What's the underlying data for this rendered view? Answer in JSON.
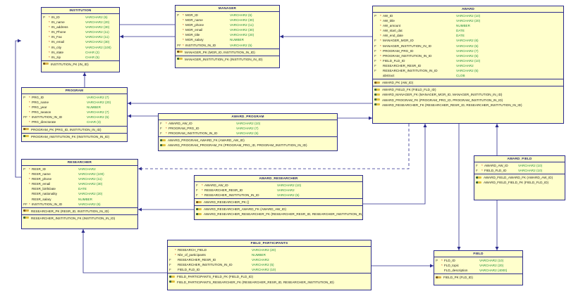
{
  "entities": {
    "institution": {
      "title": "INSTITUTION",
      "cols": [
        {
          "k": "P",
          "s": "*",
          "n": "IN_ID",
          "t": "VARCHAR2 (5)"
        },
        {
          "k": "",
          "s": "*",
          "n": "IN_name",
          "t": "VARCHAR2 (20)"
        },
        {
          "k": "",
          "s": "*",
          "n": "IN_address",
          "t": "VARCHAR2 (30)"
        },
        {
          "k": "",
          "s": "*",
          "n": "IN_Phone",
          "t": "VARCHAR2 (11)"
        },
        {
          "k": "",
          "s": "*",
          "n": "IN_Fax",
          "t": "VARCHAR2 (11)"
        },
        {
          "k": "",
          "s": "*",
          "n": "IN_email",
          "t": "VARCHAR2 (30)"
        },
        {
          "k": "",
          "s": "*",
          "n": "IN_city",
          "t": "VARCHAR2 (100)"
        },
        {
          "k": "",
          "s": "*",
          "n": "IN_state",
          "t": "CHAR (2)"
        },
        {
          "k": "",
          "s": "*",
          "n": "IN_zip",
          "t": "CHAR (5)"
        }
      ],
      "pk": [
        "INSTITUTION_PK (IN_ID)"
      ],
      "fk": []
    },
    "manager": {
      "title": "MANAGER",
      "cols": [
        {
          "k": "P",
          "s": "*",
          "n": "MGR_ID",
          "t": "VARCHAR2 (6)"
        },
        {
          "k": "",
          "s": "*",
          "n": "MGR_name",
          "t": "VARCHAR2 (30)"
        },
        {
          "k": "",
          "s": "*",
          "n": "MGR_phone",
          "t": "VARCHAR2 (11)"
        },
        {
          "k": "",
          "s": "*",
          "n": "MGR_email",
          "t": "VARCHAR2 (30)"
        },
        {
          "k": "",
          "s": "*",
          "n": "MGR_title",
          "t": "VARCHAR2 (20)"
        },
        {
          "k": "",
          "s": "*",
          "n": "MGR_salary",
          "t": "NUMBER"
        },
        {
          "k": "PF",
          "s": "*",
          "n": "INSTITUTION_IN_ID",
          "t": "VARCHAR2 (5)"
        }
      ],
      "pk": [
        "MANAGER_PK (MGR_ID, INSTITUTION_IN_ID)"
      ],
      "fk": [
        "MANAGER_INSTITUTION_FK (INSTITUTION_IN_ID)"
      ]
    },
    "award": {
      "title": "AWARD",
      "cols": [
        {
          "k": "P",
          "s": "*",
          "n": "AW_ID",
          "t": "VARCHAR2 (10)"
        },
        {
          "k": "",
          "s": "*",
          "n": "AW_title",
          "t": "VARCHAR2 (20)"
        },
        {
          "k": "",
          "s": "*",
          "n": "AW_amount",
          "t": "NUMBER"
        },
        {
          "k": "",
          "s": "*",
          "n": "AW_start_dat",
          "t": "DATE"
        },
        {
          "k": "",
          "s": "*",
          "n": "AW_end_date",
          "t": "DATE"
        },
        {
          "k": "F",
          "s": "*",
          "n": "MANAGER_MGR_ID",
          "t": "VARCHAR2 (6)"
        },
        {
          "k": "F",
          "s": "*",
          "n": "MANAGER_INSTITUTION_IN_ID",
          "t": "VARCHAR2 (5)"
        },
        {
          "k": "F",
          "s": "*",
          "n": "PROGRAM_PRG_ID",
          "t": "VARCHAR2 (7)"
        },
        {
          "k": "F",
          "s": "*",
          "n": "PROGRAM_INSTITUTION_IN_ID",
          "t": "VARCHAR2 (5)"
        },
        {
          "k": "F",
          "s": "*",
          "n": "FIELD_FLD_ID",
          "t": "VARCHAR2 (10)"
        },
        {
          "k": "F",
          "s": "",
          "n": "RESEARCHER_RESR_ID",
          "t": "VARCHAR2"
        },
        {
          "k": "F",
          "s": "",
          "n": "RESEARCHER_INSTITUTION_IN_ID",
          "t": "VARCHAR2 (5)"
        },
        {
          "k": "",
          "s": "",
          "n": "abstract",
          "t": "CLOB"
        }
      ],
      "pk": [
        "AWARD_PK (AW_ID)"
      ],
      "fk": [
        "AWARD_FIELD_FK (FIELD_FLD_ID)",
        "AWARD_MANAGER_FK (MANAGER_MGR_ID, MANAGER_INSTITUTION_IN_ID)",
        "AWARD_PROGRAM_FK (PROGRAM_PRG_ID, PROGRAM_INSTITUTION_IN_ID)",
        "AWARD_RESEARCHER_FK (RESEARCHER_RESR_ID, RESEARCHER_INSTITUTION_IN_ID)"
      ]
    },
    "program": {
      "title": "PROGRAM",
      "cols": [
        {
          "k": "P",
          "s": "*",
          "n": "PRG_ID",
          "t": "VARCHAR2 (7)"
        },
        {
          "k": "",
          "s": "*",
          "n": "PRG_name",
          "t": "VARCHAR2 (20)"
        },
        {
          "k": "",
          "s": "*",
          "n": "PRG_year",
          "t": "NUMBER"
        },
        {
          "k": "",
          "s": "*",
          "n": "PRG_season",
          "t": "VARCHAR2 (7)"
        },
        {
          "k": "PF",
          "s": "*",
          "n": "INSTITUTION_IN_ID",
          "t": "VARCHAR2 (5)"
        },
        {
          "k": "",
          "s": "*",
          "n": "PRG_directorate",
          "t": "CHAR (3)"
        }
      ],
      "pk": [
        "PROGRAM_PK (PRG_ID, INSTITUTION_IN_ID)"
      ],
      "fk": [
        "PROGRAM_INSTITUTION_FK (INSTITUTION_IN_ID)"
      ]
    },
    "award_program": {
      "title": "AWARD_PROGRAM",
      "cols": [
        {
          "k": "F",
          "s": "*",
          "n": "AWARD_AW_ID",
          "t": "VARCHAR2 (10)"
        },
        {
          "k": "F",
          "s": "*",
          "n": "PROGRAM_PRG_ID",
          "t": "VARCHAR2 (7)"
        },
        {
          "k": "F",
          "s": "*",
          "n": "PROGRAM_INSTITUTION_IN_ID",
          "t": "VARCHAR2 (5)"
        }
      ],
      "pk": [],
      "fk": [
        "AWARD_PROGRAM_AWARD_FK (AWARD_AW_ID)",
        "AWARD_PROGRAM_PROGRAM_FK (PROGRAM_PRG_ID, PROGRAM_INSTITUTION_IN_ID)"
      ]
    },
    "researcher": {
      "title": "RESEARCHER",
      "cols": [
        {
          "k": "P",
          "s": "*",
          "n": "RESR_ID",
          "t": "VARCHAR2"
        },
        {
          "k": "",
          "s": "*",
          "n": "RESR_name",
          "t": "VARCHAR2 (100)"
        },
        {
          "k": "",
          "s": "*",
          "n": "RESR_phone",
          "t": "VARCHAR2 (11)"
        },
        {
          "k": "",
          "s": "*",
          "n": "RESR_email",
          "t": "VARCHAR2 (30)"
        },
        {
          "k": "",
          "s": "",
          "n": "RESR_birthDate",
          "t": "DATE"
        },
        {
          "k": "",
          "s": "",
          "n": "RESR_nationality",
          "t": "VARCHAR2 (20)"
        },
        {
          "k": "",
          "s": "",
          "n": "RESR_salary",
          "t": "NUMBER"
        },
        {
          "k": "PF",
          "s": "*",
          "n": "INSTITUTION_IN_ID",
          "t": "VARCHAR2 (5)"
        }
      ],
      "pk": [
        "RESEARCHER_PK (RESR_ID, INSTITUTION_IN_ID)"
      ],
      "fk": [
        "RESEARCHER_INSTITUTION_FK (INSTITUTION_IN_ID)"
      ]
    },
    "award_researcher": {
      "title": "AWARD_RESEARCHER",
      "cols": [
        {
          "k": "F",
          "s": "*",
          "n": "AWARD_AW_ID",
          "t": "VARCHAR2 (10)"
        },
        {
          "k": "F",
          "s": "*",
          "n": "RESEARCHER_RESR_ID",
          "t": "VARCHAR2"
        },
        {
          "k": "F",
          "s": "*",
          "n": "RESEARCHER_INSTITUTION_IN_ID",
          "t": "VARCHAR2 (5)"
        }
      ],
      "pk": [
        "AWARD_RESEARCHER_PK ()"
      ],
      "fk": [
        "AWARD_RESEARCHER_AWARD_FK (AWARD_AW_ID)",
        "AWARD_RESEARCHER_RESEARCHER_FK (RESEARCHER_RESR_ID, RESEARCHER_INSTITUTION_IN_ID)"
      ]
    },
    "award_field": {
      "title": "AWARD_FIELD",
      "cols": [
        {
          "k": "F",
          "s": "*",
          "n": "AWARD_AW_ID",
          "t": "VARCHAR2 (10)"
        },
        {
          "k": "F",
          "s": "*",
          "n": "FIELD_FLD_ID",
          "t": "VARCHAR2 (10)"
        }
      ],
      "pk": [],
      "fk": [
        "AWARD_FIELD_AWARD_FK (AWARD_AW_ID)",
        "AWARD_FIELD_FIELD_FK (FIELD_FLD_ID)"
      ]
    },
    "field_participants": {
      "title": "FIELD_PARTICIPANTS",
      "cols": [
        {
          "k": "",
          "s": "*",
          "n": "RESEARCH_FIELD",
          "t": "VARCHAR2 (20)"
        },
        {
          "k": "",
          "s": "*",
          "n": "Nbr_of_participants",
          "t": "NUMBER"
        },
        {
          "k": "F",
          "s": "",
          "n": "RESEARCHER_RESR_ID",
          "t": "VARCHAR2"
        },
        {
          "k": "F",
          "s": "",
          "n": "RESEARCHER_INSTITUTION_IN_ID",
          "t": "VARCHAR2 (5)"
        },
        {
          "k": "F",
          "s": "",
          "n": "FIELD_FLD_ID",
          "t": "VARCHAR2 (10)"
        }
      ],
      "pk": [],
      "fk": [
        "FIELD_PARTICIPANTS_FIELD_FK (FIELD_FLD_ID)",
        "FIELD_PARTICIPANTS_RESEARCHER_FK (RESEARCHER_RESR_ID, RESEARCHER_INSTITUTION_ID)"
      ]
    },
    "field": {
      "title": "FIELD",
      "cols": [
        {
          "k": "P",
          "s": "*",
          "n": "FLD_ID",
          "t": "VARCHAR2 (10)"
        },
        {
          "k": "",
          "s": "*",
          "n": "FLD_topic",
          "t": "VARCHAR2 (20)"
        },
        {
          "k": "",
          "s": "",
          "n": "FLD_description",
          "t": "VARCHAR2 (4000)"
        }
      ],
      "pk": [
        "FIELD_PK (FLD_ID)"
      ],
      "fk": []
    }
  },
  "colors": {
    "border": "#2b2b8c",
    "fill": "#ffffcc",
    "type": "#1e8c3a",
    "line": "#2b2b8c"
  }
}
